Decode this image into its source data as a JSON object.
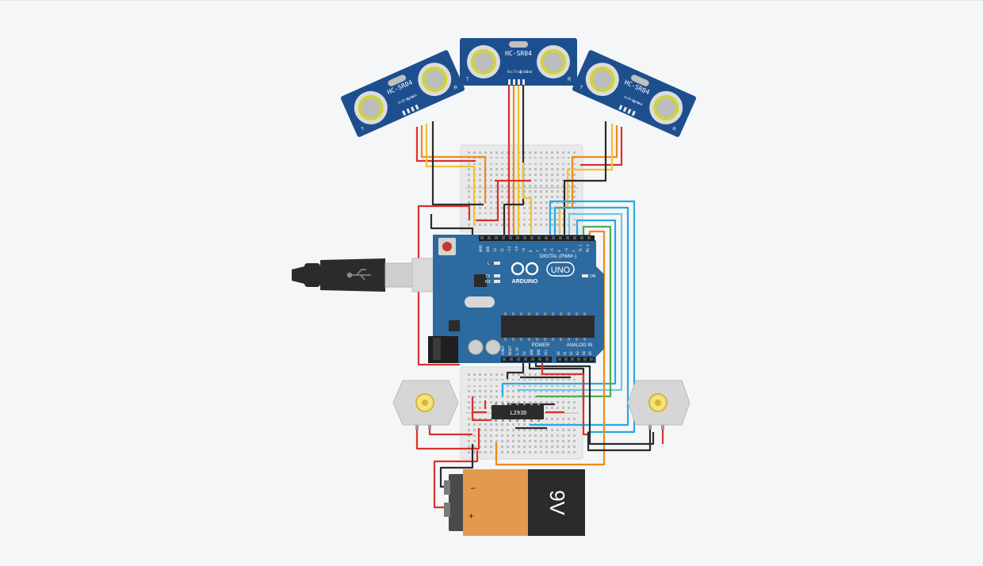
{
  "sensors": [
    {
      "label": "HC-SR04",
      "pins": [
        "Vcc",
        "Trig",
        "Echo",
        "Gnd"
      ],
      "left_letter": "T",
      "right_letter": "R"
    },
    {
      "label": "HC-SR04",
      "pins": [
        "Vcc",
        "Trig",
        "Echo",
        "Gnd"
      ],
      "left_letter": "T",
      "right_letter": "R"
    },
    {
      "label": "HC-SR04",
      "pins": [
        "Vcc",
        "Trig",
        "Echo",
        "Gnd"
      ],
      "left_letter": "T",
      "right_letter": "R"
    }
  ],
  "arduino": {
    "brand": "ARDUINO",
    "model": "UNO",
    "digital_label": "DIGITAL (PWM~)",
    "power_label": "POWER",
    "analog_label": "ANALOG IN",
    "on_label": "ON",
    "led_l": "L",
    "led_tx": "TX",
    "led_rx": "RX",
    "digital_pins": [
      "AREF",
      "GND",
      "13",
      "12",
      "~11",
      "~10",
      "~9",
      "8",
      "7",
      "~6",
      "~5",
      "4",
      "~3",
      "2",
      "TX 1",
      "RX 0"
    ],
    "power_pins": [
      "IOREF",
      "RESET",
      "3.3V",
      "5V",
      "GND",
      "GND",
      "Vin"
    ],
    "analog_pins": [
      "A0",
      "A1",
      "A2",
      "A3",
      "A4",
      "A5"
    ]
  },
  "driver": {
    "label": "L293D"
  },
  "battery": {
    "label": "9V",
    "minus": "−",
    "plus": "+"
  },
  "colors": {
    "red": "#d9322b",
    "black": "#2b2b2b",
    "yellow": "#f2c230",
    "orange": "#f08a1c",
    "blue": "#2aa7e0",
    "green": "#4caf50",
    "board": "#2d6a9f",
    "sensor": "#1d4f8e"
  }
}
